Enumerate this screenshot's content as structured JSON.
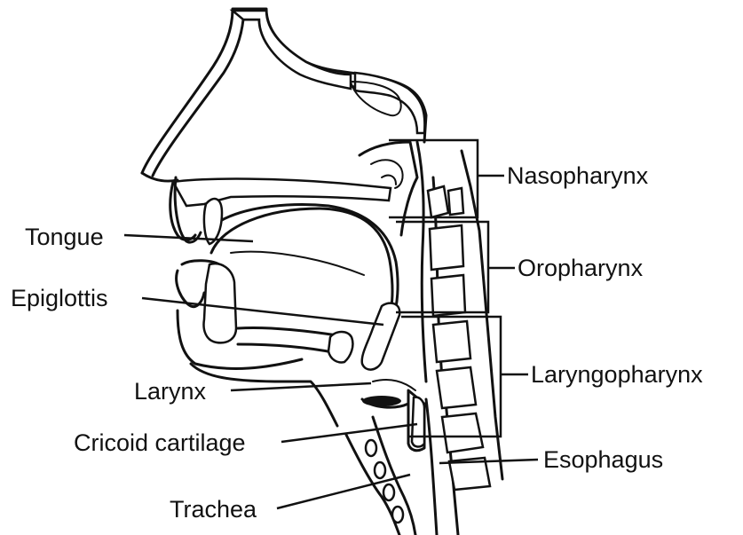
{
  "labels": {
    "tongue": "Tongue",
    "epiglottis": "Epiglottis",
    "larynx": "Larynx",
    "cricoid_cartilage": "Cricoid cartilage",
    "trachea": "Trachea",
    "nasopharynx": "Nasopharynx",
    "oropharynx": "Oropharynx",
    "laryngopharynx": "Laryngopharynx",
    "esophagus": "Esophagus"
  }
}
